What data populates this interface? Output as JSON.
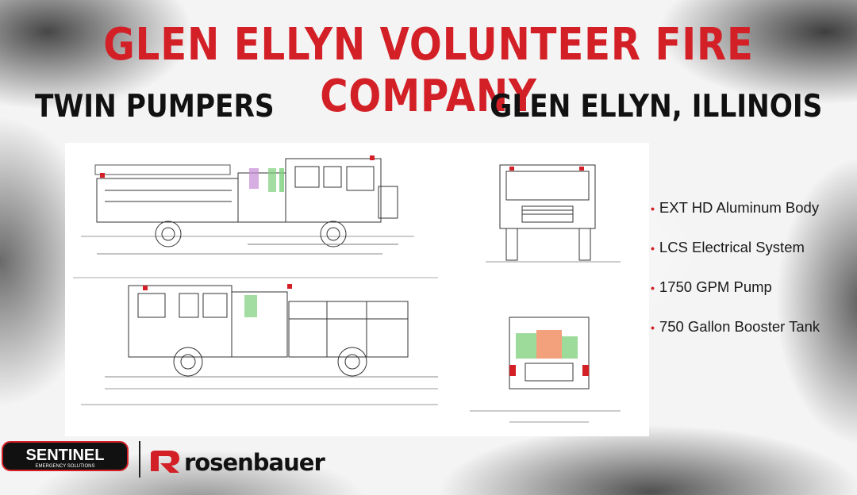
{
  "title": "GLEN ELLYN VOLUNTEER FIRE COMPANY",
  "subtitle_left": "TWIN PUMPERS",
  "subtitle_right": "GLEN ELLYN, ILLINOIS",
  "features": [
    "EXT HD Aluminum Body",
    "LCS Electrical System",
    "1750 GPM Pump",
    "750 Gallon Booster Tank"
  ],
  "logos": {
    "sentinel_name": "SENTINEL",
    "sentinel_tagline": "EMERGENCY SOLUTIONS",
    "rosenbauer": "rosenbauer"
  },
  "colors": {
    "accent_red": "#d32027",
    "text_dark": "#111111",
    "tank_green": "#7ccf7a",
    "tank_orange": "#f08a5d",
    "discharge_purple": "#c58cd6"
  }
}
